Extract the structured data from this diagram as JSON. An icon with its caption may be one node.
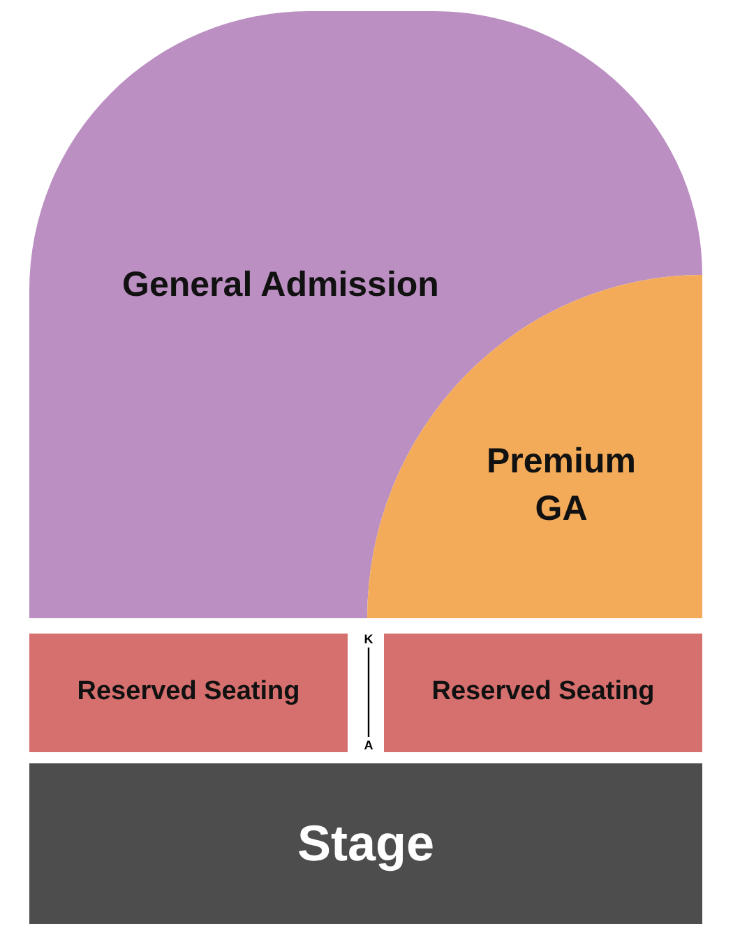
{
  "diagram": {
    "nodes": [
      {
        "text": [
          "General Admission"
        ]
      },
      {
        "text": [
          "Premium GA"
        ]
      },
      {
        "text": [
          "Reserved Seating"
        ]
      },
      {
        "text": [
          "Reserved Seating"
        ]
      },
      {
        "text": [
          "Stage"
        ]
      }
    ],
    "labels": [
      "K",
      "A"
    ]
  }
}
